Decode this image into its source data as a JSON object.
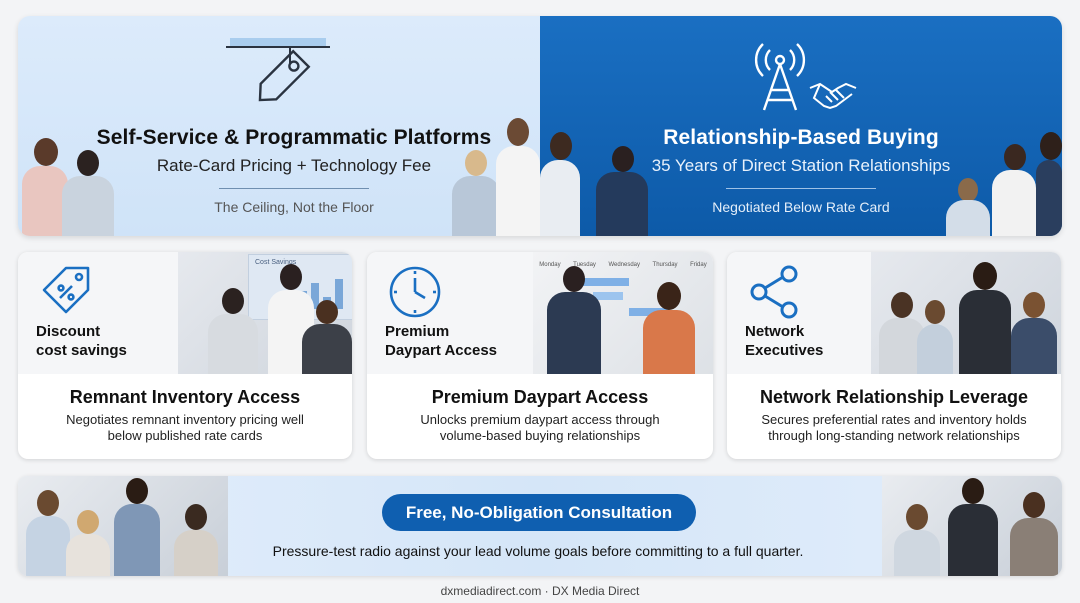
{
  "top_banner": {
    "left": {
      "title": "Self-Service & Programmatic Platforms",
      "subtitle": "Rate-Card Pricing + Technology Fee",
      "tagline": "The Ceiling, Not the Floor",
      "icon": "price-tag-icon"
    },
    "right": {
      "title": "Relationship-Based Buying",
      "subtitle": "35 Years of Direct Station Relationships",
      "tagline": "Negotiated Below Rate Card",
      "icons": [
        "radio-tower-icon",
        "handshake-icon"
      ]
    }
  },
  "cards": [
    {
      "kicker_line1": "Discount",
      "kicker_line2": "cost savings",
      "title": "Remnant Inventory Access",
      "description_line1": "Negotiates remnant inventory pricing well",
      "description_line2": "below published rate cards",
      "icon": "discount-tag-icon",
      "photo_label": "Cost Savings"
    },
    {
      "kicker_line1": "Premium",
      "kicker_line2": "Daypart Access",
      "title": "Premium Daypart Access",
      "description_line1": "Unlocks premium daypart access through",
      "description_line2": "volume-based buying relationships",
      "icon": "clock-icon",
      "photo_days": [
        "Monday",
        "Tuesday",
        "Wednesday",
        "Thursday",
        "Friday"
      ]
    },
    {
      "kicker_line1": "Network",
      "kicker_line2": "Executives",
      "title": "Network Relationship Leverage",
      "description_line1": "Secures preferential rates and inventory holds",
      "description_line2": "through long-standing network relationships",
      "icon": "share-network-icon"
    }
  ],
  "bottom_banner": {
    "cta_label": "Free, No-Obligation Consultation",
    "text": "Pressure-test radio against your lead volume goals before committing to a full quarter."
  },
  "footer": "dxmediadirect.com · DX Media Direct",
  "colors": {
    "primary_blue": "#0f5fb0",
    "light_blue": "#dcebfb",
    "icon_blue": "#1a6fc2"
  }
}
